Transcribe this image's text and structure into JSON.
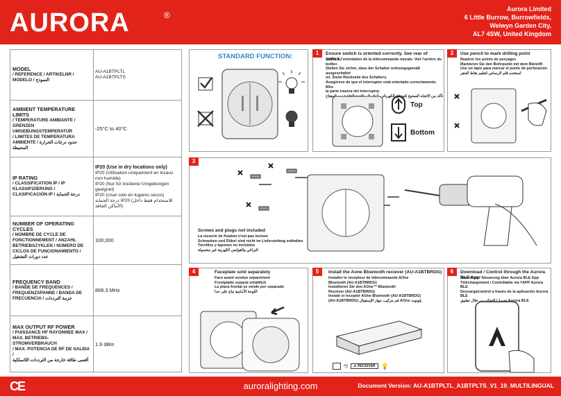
{
  "brand": {
    "name": "AURORA",
    "registered": "®",
    "color": "#e2231a"
  },
  "address": [
    "Aurora Limited",
    "6 Little Burrow, Burrowfields,",
    "Welwyn Garden City,",
    "AL7 4SW, United Kingdom"
  ],
  "spec": [
    {
      "label_main": "MODEL",
      "label_sub": [
        "/ REFERENCE / ARTIKELNR /",
        "MODELO / النموذج"
      ],
      "values": [
        "AU-A1BTPLTL",
        "AU-A1BTPLTS"
      ]
    },
    {
      "label_main": "AMBIENT TEMPERATURE LIMITS",
      "label_sub": [
        "/ TEMPERATURE AMBIANTE /",
        "GRENZEN UMGEBUNGSTEMPERATUR",
        "/ LIMITES DE TEMPERATURA",
        "AMBIENTE / حدود درجات الحرارة المحيطة"
      ],
      "values": [
        "-25°C to 40°C"
      ]
    },
    {
      "label_main": "IP RATING",
      "label_sub": [
        "/ CLASSIFICATION IP / IP",
        "KLASSIFIZIERUNG /",
        "CLASIFICACIÓN IP / درجة الحماية"
      ],
      "values": [
        "IP20 (Use in dry locations only)",
        "IP20 (Utilisation uniquement en locaux non humide)",
        "IP20 (Nur für trockene Umgebungen geeignet)",
        "IP20 (Usar solo en lugares secos)",
        "درجة الحماية IP20 (للاستخدام فقط داخل الأماكن الجافة)"
      ]
    },
    {
      "label_main": "NUMBER OF OPERATING CYCLES",
      "label_sub": [
        "/ NOMBRE DE CYCLE DE",
        "FONCTIONNEMENT / ANZAHL",
        "BETRIEBSZYKLEN / NÚMERO DE",
        "CICLOS DE FUNCIONAMIENTO /",
        "عدد دورات التشغيل"
      ],
      "values": [
        "100,000"
      ]
    },
    {
      "label_main": "FREQUENCY BAND",
      "label_sub": [
        "/ BANDE DE FREQUENCES /",
        "FREQUENZSPANNE / BANDA DE",
        "FRECUENCIA / حزمة الترددات"
      ],
      "values": [
        "868.3 MHz"
      ]
    },
    {
      "label_main": "MAX OUTPUT RF POWER",
      "label_sub": [
        "/ PUISSANCE HF RAYONNEE MAX /",
        "MAX. BETRIEBS-STROMVERBRAUCH",
        "/ MAX. POTENCIA DE RF DE SALIDA /",
        "أقصى طاقة خارجة من الترددات اللاسلكية"
      ],
      "values": [
        "1.9 dBm"
      ]
    }
  ],
  "standard_function": {
    "title": "STANDARD FUNCTION:"
  },
  "step1": {
    "num": "1",
    "title": "Ensure switch is oriented correctly. See rear of switch.",
    "lines": [
      "Veiller à l'orientation de la télécommande murale. Voir l'arrière du boîtier.",
      "Stellen Sie sicher, dass der Schalter ordnungsgemäß ausgeschaltet",
      "ist. Siehe Rückseite des Schalters.",
      "Asegúrese de que el interruptor está orientado correctamente. Mire",
      "la parte trasera del interruptor.",
      "تأكد من الاتجاه الصحيح للمفتاح الكهربائي. أنظر إلى الجهة الخلفية من المفتاح"
    ],
    "top_label": "Top",
    "bottom_label": "Bottom"
  },
  "step2": {
    "num": "2",
    "title": "Use pencil to mark drilling point",
    "lines": [
      "Repérer les points de perçages",
      "Markieren Sie den Bohrpunkt mit dem Bleistift",
      "Use un lápiz para marcar el punto de perforación",
      "استخدم قلم الرصاص لتعليم نقاط الحفر"
    ]
  },
  "step3": {
    "num": "3",
    "title": "Screws and plugs not included",
    "lines": [
      "La visserie de fixation n'est pas incluse",
      "Schrauben und Dübel sind nicht im Lieferumfang enthalten",
      "Tornillos y tapones no incluidos",
      "البراغي والقوابس الكهربية غير مشمولة"
    ]
  },
  "step4": {
    "num": "4",
    "title": "Faceplate sold separately",
    "lines": [
      "Face avant vendue séparément",
      "Frontplatte separat erhältlich",
      "La placa frontal se vende por separado",
      "اللوحة الأمامية تباع على حدا"
    ]
  },
  "step5": {
    "num": "5",
    "title": "Install the Aone Bluetooth reciever (AU-A1BTBRDG)",
    "lines": [
      "Installer le récepteur de télécommande AOne",
      "Bluetooth (AU-A1BTBRDG)",
      "Installieren Sie den AOne™ Bluetooth",
      "Receiver (AU-A1BTBRDG)",
      "Instale el receptor AOne Bluetooth (AU-A1BTBRDG)",
      "(AU-A1BTBRDG) قم بتركيب جهاز الإستقبال AOne بلوتوث"
    ],
    "receiver_label": "RECEIVER"
  },
  "step6": {
    "num": "6",
    "title": "Download / Control through the Aurora BLE App",
    "lines": [
      "Download / Steuerung über Aurora BLE App",
      "Téléchargement / Contrôlable via l'APP Aurora BLE",
      "Descarga/control a través de la aplicación Aurora BLE",
      "تحميل/ التحكم من خلال تطبيق Aurora BLE"
    ]
  },
  "footer": {
    "ce_mark": "CE",
    "website": "auroralighting.com",
    "doc_version": "Document Version: AU-A1BTPLTL_A1BTPLTS_V1_19_MULTILINGUAL"
  }
}
